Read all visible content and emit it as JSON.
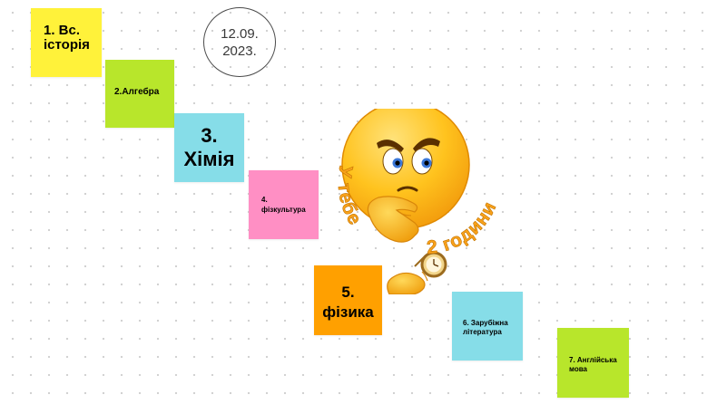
{
  "colors": {
    "yellow": "#FFF23A",
    "green": "#B8E62B",
    "cyan": "#86DDE8",
    "pink": "#FF8FC4",
    "orange": "#FFA000",
    "emoji_face": "#FFC31E",
    "curved_text": "#F9A21B"
  },
  "date": {
    "line1": "12.09.",
    "line2": "2023."
  },
  "notes": [
    {
      "line1": "1. Вс.",
      "line2": "історія",
      "color": "#FFF23A"
    },
    {
      "line1": "2.Алгебра",
      "color": "#B8E62B"
    },
    {
      "line1": "3.",
      "line2": "Хімія",
      "color": "#86DDE8"
    },
    {
      "line1": "4.",
      "line2": "фізкультура",
      "color": "#FF8FC4"
    },
    {
      "line1": "5.",
      "line2": "фізика",
      "color": "#FFA000"
    },
    {
      "line1": "6. Зарубіжна",
      "line2": "література",
      "color": "#86DDE8"
    },
    {
      "line1": "7. Англійська",
      "line2": "мова",
      "color": "#B8E62B"
    }
  ],
  "emoji": {
    "icon": "thinking-clock-emoji",
    "text_left": "У тебе",
    "text_right": "2 години"
  }
}
